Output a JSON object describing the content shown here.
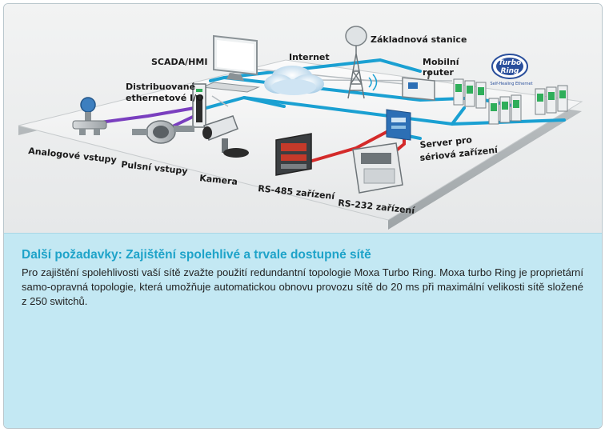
{
  "diagram": {
    "labels": {
      "scada": "SCADA/HMI",
      "internet": "Internet",
      "base_station": "Základnová stanice",
      "mobile_router_1": "Mobilní",
      "mobile_router_2": "router",
      "distributed_io_1": "Distribuované",
      "distributed_io_2": "ethernetové I/O",
      "analog_inputs": "Analogové vstupy",
      "pulse_inputs": "Pulsní vstupy",
      "camera": "Kamera",
      "rs485": "RS-485 zařízení",
      "rs232": "RS-232 zařízení",
      "serial_server_1": "Server pro",
      "serial_server_2": "sériová zařízení"
    },
    "logo": {
      "line1": "Turbo",
      "line2": "Ring",
      "tagline": "Self-Healing Ethernet"
    },
    "colors": {
      "ethernet_cable": "#1aa0d2",
      "analog_cable": "#7a3fbf",
      "serial_cable": "#d42a2a",
      "switch_green": "#2fae5a"
    }
  },
  "info": {
    "title": "Další požadavky: Zajištění spolehlivé a trvale dostupné sítě",
    "body": "Pro zajištění spolehlivosti vaší sítě zvažte použití redundantní topologie Moxa Turbo Ring. Moxa turbo Ring je proprietární samo-opravná topologie, která umožňuje automatickou obnovu provozu sítě do 20 ms při maximální velikosti sítě složené z 250 switchů."
  }
}
